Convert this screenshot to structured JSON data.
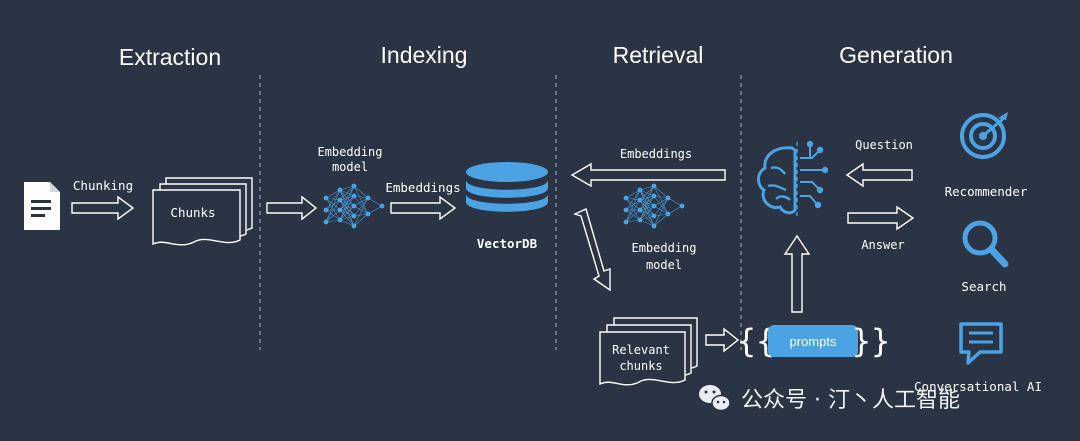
{
  "stages": {
    "extraction": "Extraction",
    "indexing": "Indexing",
    "retrieval": "Retrieval",
    "generation": "Generation"
  },
  "labels": {
    "chunking": "Chunking",
    "chunks": "Chunks",
    "embedding_model_1": [
      "Embedding",
      "model"
    ],
    "embeddings_1": "Embeddings",
    "vectordb": "VectorDB",
    "embeddings_2": "Embeddings",
    "embedding_model_2": [
      "Embedding",
      "model"
    ],
    "relevant_chunks": [
      "Relevant",
      "chunks"
    ],
    "prompts": "prompts",
    "question": "Question",
    "answer": "Answer",
    "recommender": "Recommender",
    "search": "Search",
    "conversational_ai": "Conversational AI"
  },
  "watermark": "公众号 · 汀丶人工智能",
  "colors": {
    "background": "#2b3444",
    "accent": "#4ba3e3",
    "line": "#ffffff"
  },
  "icons": [
    "document-icon",
    "neural-network-icon",
    "database-icon",
    "brain-icon",
    "target-icon",
    "search-icon",
    "chat-icon",
    "wechat-icon"
  ]
}
